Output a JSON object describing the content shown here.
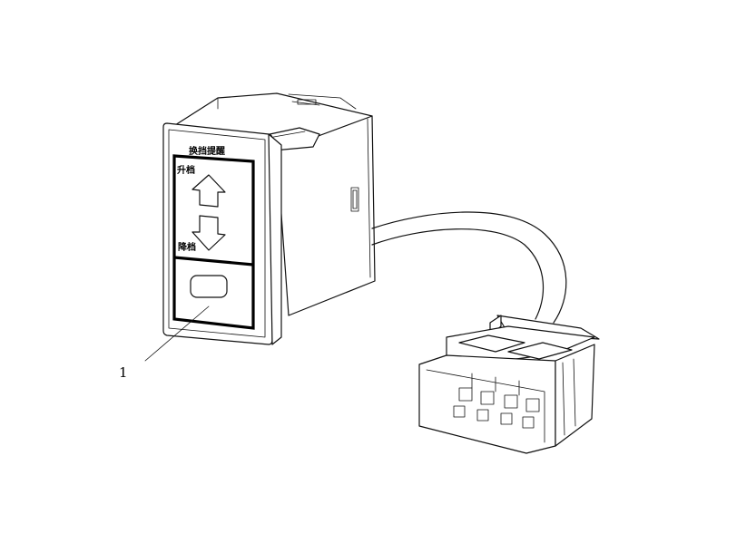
{
  "diagram": {
    "panel_title": "换挡提醒",
    "up_label": "升档",
    "down_label": "降档",
    "reference_number": "1"
  },
  "icons": {
    "up": "up-arrow-outline-icon",
    "down": "down-arrow-outline-icon"
  },
  "colors": {
    "line": "#111111",
    "background": "#ffffff"
  }
}
